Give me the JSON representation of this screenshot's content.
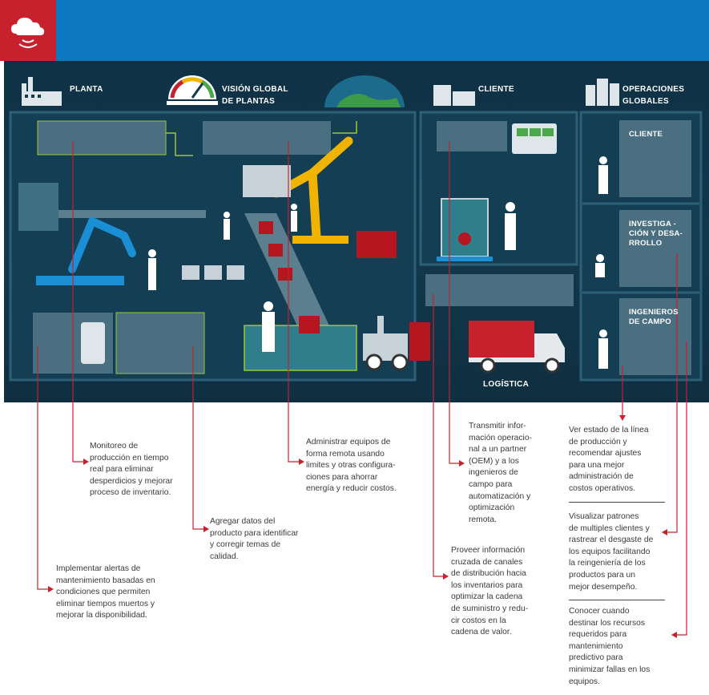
{
  "header": {
    "logo_icon": "cloud-wifi-icon",
    "colors": {
      "bar": "#0c78bf",
      "logo_bg": "#c8212e",
      "scene_bg": "#12384c",
      "connector": "#c8212e",
      "monitor_line": "#9bc53d"
    }
  },
  "scene": {
    "labels": {
      "planta": "PLANTA",
      "vision_global": "VISIÓN GLOBAL\nDE PLANTAS",
      "cliente": "CLIENTE",
      "operaciones": "OPERACIONES\nGLOBALES",
      "logistica": "LOGÍSTICA"
    },
    "workers": {
      "cliente": "CLIENTE",
      "investigacion": "INVESTIGA -\nCIÓN Y DESA-\nRROLLO",
      "ingenieros": "INGENIEROS\nDE CAMPO"
    }
  },
  "notes": {
    "monitoreo": "Monitoreo de\nproducción en tiempo\nreal para eliminar\ndesperdicios y mejorar\nproceso de inventario.",
    "agregar": "Agregar datos del\nproducto para identificar\ny corregir temas de\ncalidad.",
    "implementar": "Implementar alertas de\nmantenimiento basadas en\ncondiciones que permiten\neliminar tiempos muertos y\nmejorar la disponibilidad.",
    "administrar": "Administrar equipos de\nforma remota usando\nlimites y otras configura-\nciones para ahorrar\nenergía y reducir costos.",
    "transmitir": "Transmitir infor-\nmación operacio-\nnal a un partner\n(OEM) y a los\ningenieros de\ncampo para\nautomatización y\noptimización\nremota.",
    "proveer": "Proveer información\ncruzada de canales\nde distribución hacia\nlos inventarios para\noptimizar la cadena\nde suministro y redu-\ncir costos en la\ncadena de valor.",
    "ver_estado": "Ver estado de la línea\nde producción y\nrecomendar ajustes\npara una mejor\nadministración de\ncostos operativos.",
    "visualizar": "Visualizar patrones\nde multiples clientes y\nrastrear el desgaste de\nlos equipos facilitando\nla reingeniería de los\nproductos para un\nmejor desempeño.",
    "conocer": "Conocer cuando\ndestinar los recursos\nrequeridos para\nmantenimiento\npredictivo para\nminimizar fallas en los\nequipos."
  }
}
